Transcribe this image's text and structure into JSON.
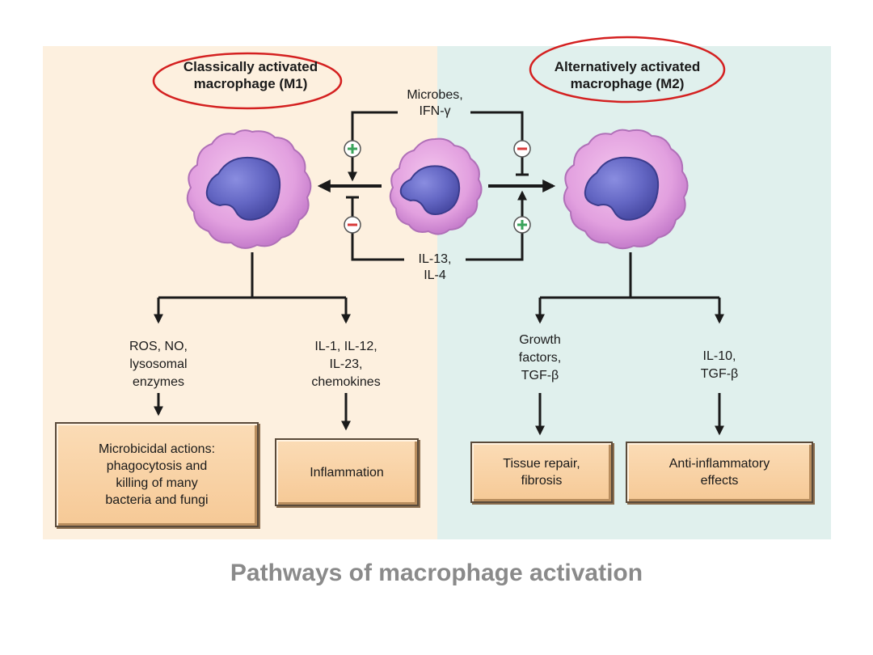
{
  "headings": {
    "m1": "Classically activated\nmacrophage (M1)",
    "m2": "Alternatively activated\nmacrophage (M2)"
  },
  "signals": {
    "top": "Microbes,\nIFN-γ",
    "bottom": "IL-13,\nIL-4"
  },
  "products": {
    "m1_left": "ROS, NO,\nlysosomal\nenzymes",
    "m1_right": "IL-1, IL-12,\nIL-23,\nchemokines",
    "m2_left": "Growth\nfactors,\nTGF-β",
    "m2_right": "IL-10,\nTGF-β"
  },
  "effects": {
    "microbicidal": "Microbicidal actions:\nphagocytosis and\nkilling of many\nbacteria and fungi",
    "inflammation": "Inflammation",
    "tissue_repair": "Tissue repair,\nfibrosis",
    "anti_inflammatory": "Anti-inflammatory\neffects"
  },
  "caption": "Pathways of macrophage activation",
  "colors": {
    "plus": "#3aa35a",
    "minus": "#d83a3a",
    "highlight_ellipse": "#d42020",
    "m1_panel": "#fdf0df",
    "m2_panel": "#e0f0ed"
  }
}
